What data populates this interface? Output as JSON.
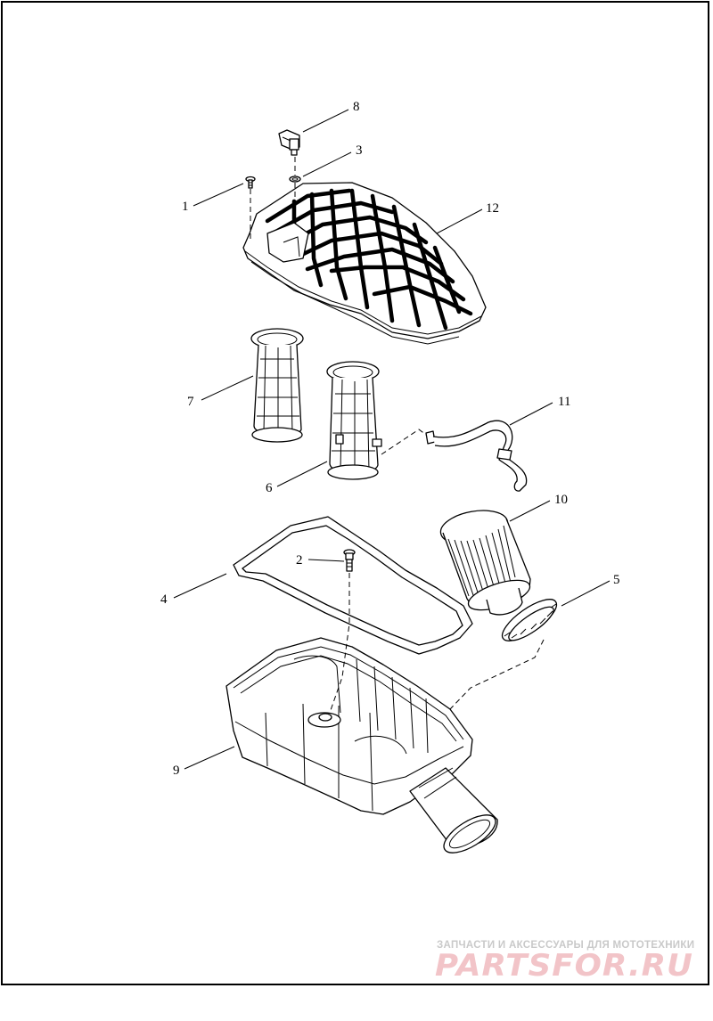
{
  "callouts": [
    {
      "id": "1",
      "label": "1"
    },
    {
      "id": "2",
      "label": "2"
    },
    {
      "id": "3",
      "label": "3"
    },
    {
      "id": "4",
      "label": "4"
    },
    {
      "id": "5",
      "label": "5"
    },
    {
      "id": "6",
      "label": "6"
    },
    {
      "id": "7",
      "label": "7"
    },
    {
      "id": "8",
      "label": "8"
    },
    {
      "id": "9",
      "label": "9"
    },
    {
      "id": "10",
      "label": "10"
    },
    {
      "id": "11",
      "label": "11"
    },
    {
      "id": "12",
      "label": "12"
    }
  ],
  "watermark": {
    "tagline": "ЗАПЧАСТИ И АКСЕССУАРЫ ДЛЯ МОТОТЕХНИКИ",
    "brand": "PARTSFOR.RU"
  },
  "colors": {
    "line": "#000000",
    "background": "#ffffff",
    "watermark_text": "#c9c9c9",
    "watermark_brand": "#f2c4c8"
  }
}
